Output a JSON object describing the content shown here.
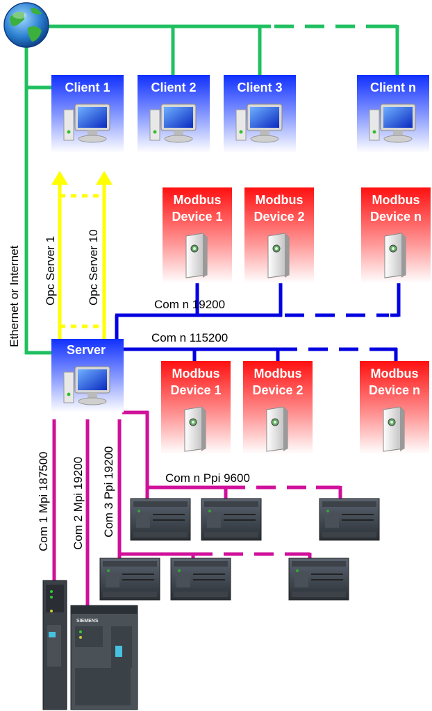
{
  "clients": [
    "Client 1",
    "Client 2",
    "Client 3",
    "Client n"
  ],
  "server_label": "Server",
  "modbus_top": [
    {
      "line1": "Modbus",
      "line2": "Device 1"
    },
    {
      "line1": "Modbus",
      "line2": "Device 2"
    },
    {
      "line1": "Modbus",
      "line2": "Device n"
    }
  ],
  "modbus_bottom": [
    {
      "line1": "Modbus",
      "line2": "Device 1"
    },
    {
      "line1": "Modbus",
      "line2": "Device 2"
    },
    {
      "line1": "Modbus",
      "line2": "Device n"
    }
  ],
  "links": {
    "ethernet": "Ethernet or Internet",
    "opc1": "Opc Server 1",
    "opc10": "Opc Server 10",
    "com_19200": "Com n 19200",
    "com_115200": "Com n 115200",
    "com_ppi_9600": "Com n Ppi 9600",
    "com1_mpi": "Com 1 Mpi 187500",
    "com2_mpi": "Com 2 Mpi 19200",
    "com3_ppi": "Com 3 Ppi 19200"
  },
  "plc_brand": "SIEMENS",
  "colors": {
    "ethernet": "#20c060",
    "opc": "#ffff00",
    "modbus": "#0000e0",
    "ppi": "#d0109a",
    "client_header": "#1030ff",
    "modbus_header": "#ff1010"
  }
}
